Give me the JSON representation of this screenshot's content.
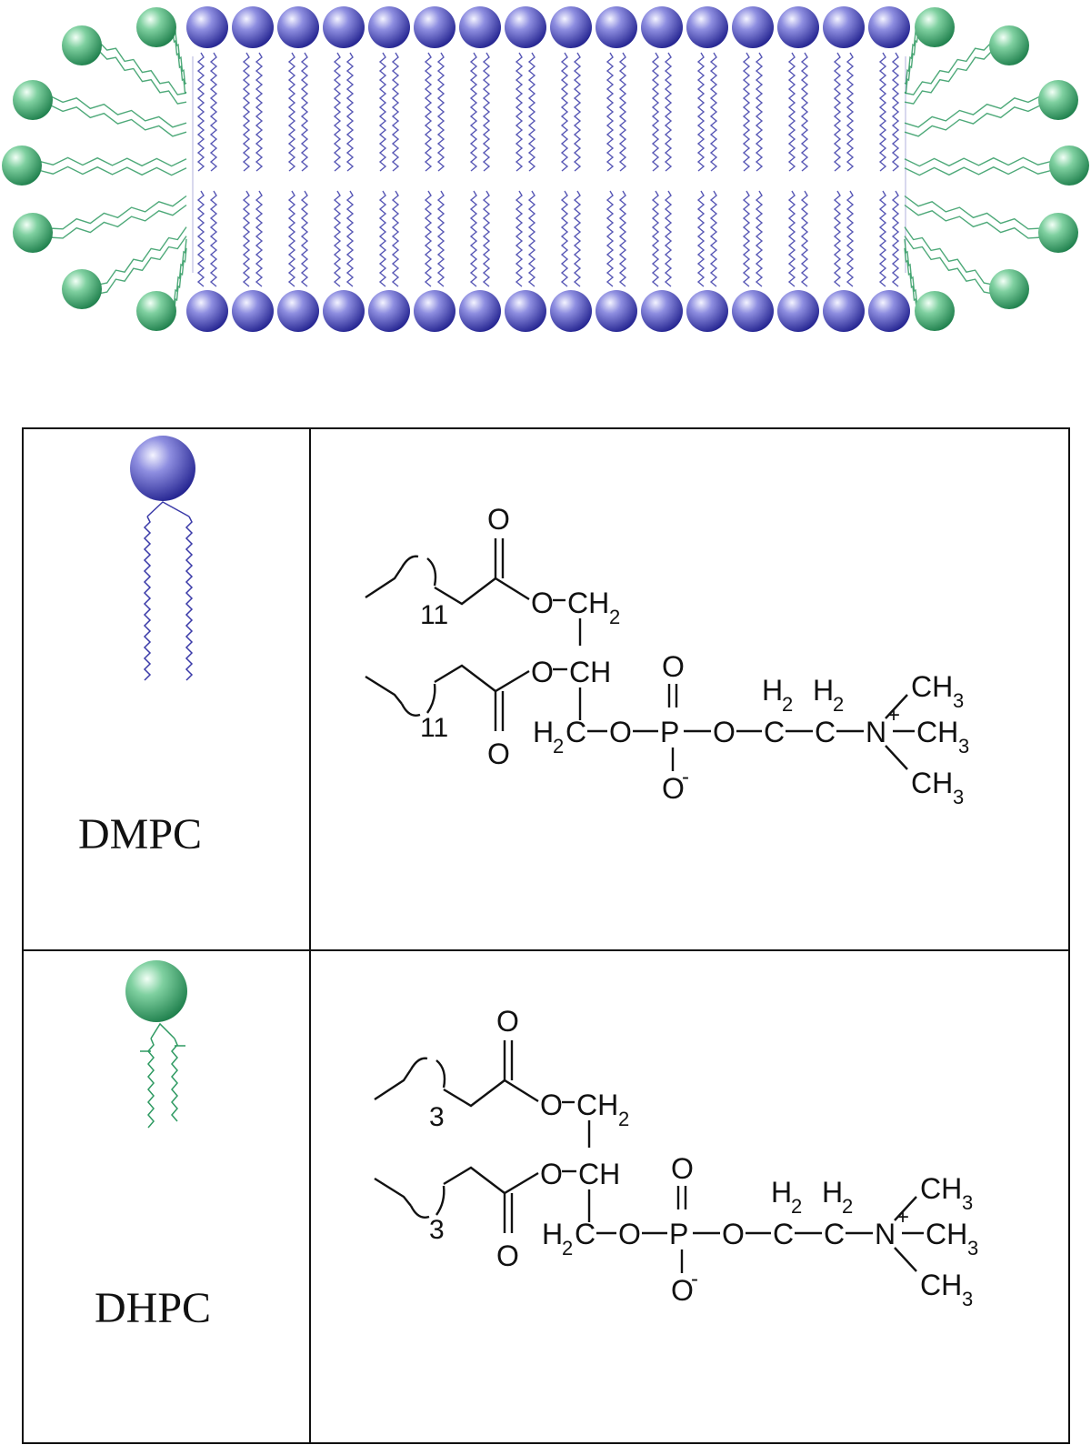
{
  "colors": {
    "long_chain_lipid": "#3a3aa8",
    "short_chain_lipid": "#2f9a62",
    "line": "#111111"
  },
  "table": {
    "rows": [
      {
        "name": "DMPC",
        "icon": "long-chain-lipid-icon",
        "chain_repeat": "11",
        "labels": {
          "carbonyl_o_top": "O",
          "ester_o_top": "O",
          "ch2_top": "CH",
          "ch2_sub": "2",
          "ester_o_mid": "O",
          "ch_mid": "CH",
          "carbonyl_o_bottom": "O",
          "h2c_h": "H",
          "h2c_sub": "2",
          "h2c_c": "C",
          "o_link": "O",
          "phosphorus": "P",
          "p_double_o": "O",
          "p_o_minus": "O",
          "minus": "-",
          "o_link2": "O",
          "c1": "C",
          "c2": "C",
          "h2_1": "H",
          "h2_1_sub": "2",
          "h2_2": "H",
          "h2_2_sub": "2",
          "nitrogen": "N",
          "plus": "+",
          "ch3_top": "CH",
          "ch3_top_sub": "3",
          "ch3_right": "CH",
          "ch3_right_sub": "3",
          "ch3_bottom": "CH",
          "ch3_bottom_sub": "3"
        }
      },
      {
        "name": "DHPC",
        "icon": "short-chain-lipid-icon",
        "chain_repeat": "3",
        "labels": {
          "carbonyl_o_top": "O",
          "ester_o_top": "O",
          "ch2_top": "CH",
          "ch2_sub": "2",
          "ester_o_mid": "O",
          "ch_mid": "CH",
          "carbonyl_o_bottom": "O",
          "h2c_h": "H",
          "h2c_sub": "2",
          "h2c_c": "C",
          "o_link": "O",
          "phosphorus": "P",
          "p_double_o": "O",
          "p_o_minus": "O",
          "minus": "-",
          "o_link2": "O",
          "c1": "C",
          "c2": "C",
          "h2_1": "H",
          "h2_1_sub": "2",
          "h2_2": "H",
          "h2_2_sub": "2",
          "nitrogen": "N",
          "plus": "+",
          "ch3_top": "CH",
          "ch3_top_sub": "3",
          "ch3_right": "CH",
          "ch3_right_sub": "3",
          "ch3_bottom": "CH",
          "ch3_bottom_sub": "3"
        }
      }
    ]
  }
}
